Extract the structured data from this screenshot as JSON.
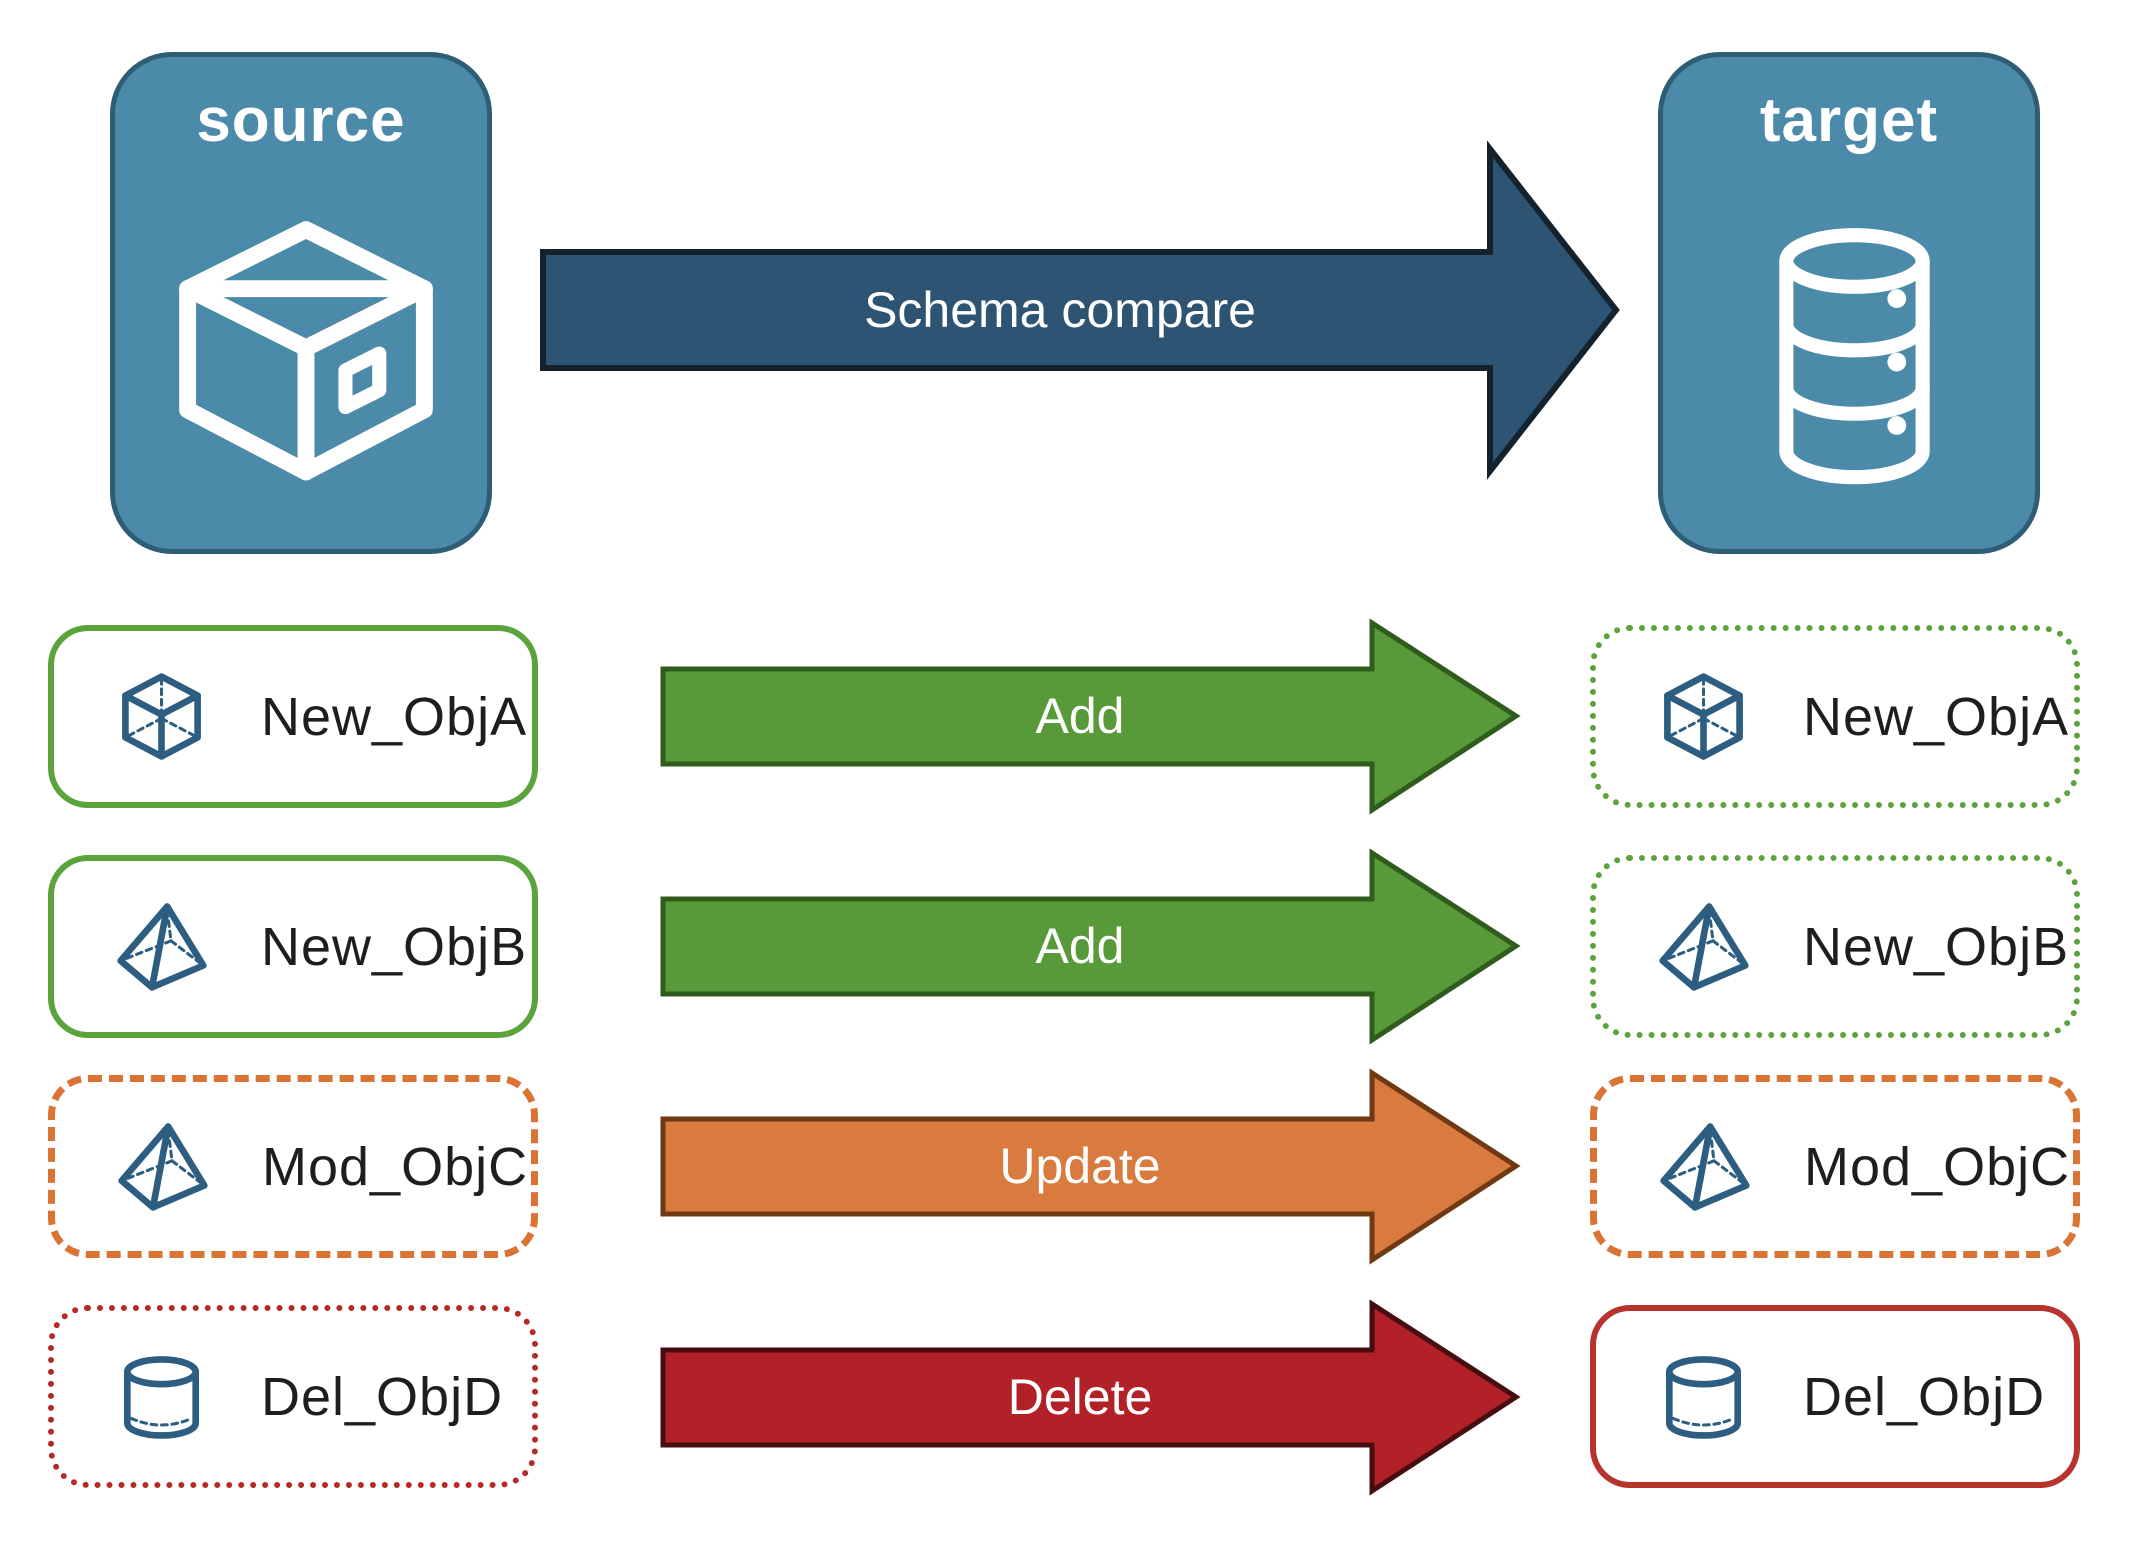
{
  "source": {
    "label": "source",
    "icon": "package-icon"
  },
  "target": {
    "label": "target",
    "icon": "database-icon"
  },
  "main_arrow": {
    "label": "Schema compare",
    "color": "#2d5472"
  },
  "rows": [
    {
      "source_label": "New_ObjA",
      "action": "Add",
      "target_label": "New_ObjA",
      "icon": "cube-icon",
      "source_border": "solid-green",
      "target_border": "dotted-green",
      "arrow_color": "#58993a"
    },
    {
      "source_label": "New_ObjB",
      "action": "Add",
      "target_label": "New_ObjB",
      "icon": "pyramid-icon",
      "source_border": "solid-green",
      "target_border": "dotted-green",
      "arrow_color": "#58993a"
    },
    {
      "source_label": "Mod_ObjC",
      "action": "Update",
      "target_label": "Mod_ObjC",
      "icon": "pyramid-icon",
      "source_border": "dashed-orange",
      "target_border": "dashed-orange",
      "arrow_color": "#d97b3e"
    },
    {
      "source_label": "Del_ObjD",
      "action": "Delete",
      "target_label": "Del_ObjD",
      "icon": "cylinder-icon",
      "source_border": "dotted-red",
      "target_border": "solid-red",
      "arrow_color": "#b22127"
    }
  ],
  "palette": {
    "card_fill": "#4b8aa8",
    "card_border": "#2e5e76",
    "main_arrow_fill": "#2d5472",
    "add_green": "#58993a",
    "box_green": "#5ba33b",
    "update_orange": "#d97b3e",
    "box_orange": "#db7334",
    "delete_red": "#b22127",
    "box_red": "#b8322e",
    "icon_blue": "#2d5e82",
    "text_black": "#1e1e1e",
    "text_white": "#ffffff"
  }
}
